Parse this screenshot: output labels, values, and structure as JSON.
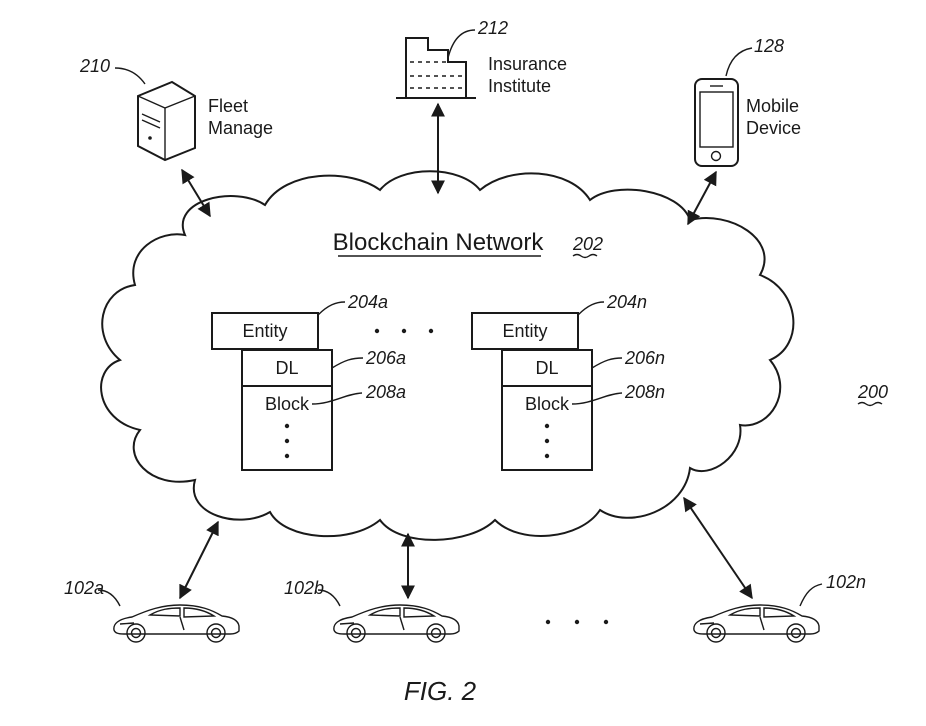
{
  "network": {
    "title": "Blockchain Network",
    "ref": "202"
  },
  "figure_ref": "200",
  "figure_label": "FIG. 2",
  "fleet": {
    "label_line1": "Fleet",
    "label_line2": "Manage",
    "ref": "210"
  },
  "insurance": {
    "label_line1": "Insurance",
    "label_line2": "Institute",
    "ref": "212"
  },
  "mobile": {
    "label_line1": "Mobile",
    "label_line2": "Device",
    "ref": "128"
  },
  "nodes": [
    {
      "entity_label": "Entity",
      "entity_ref": "204a",
      "dl_label": "DL",
      "dl_ref": "206a",
      "block_label": "Block",
      "block_ref": "208a"
    },
    {
      "entity_label": "Entity",
      "entity_ref": "204n",
      "dl_label": "DL",
      "dl_ref": "206n",
      "block_label": "Block",
      "block_ref": "208n"
    }
  ],
  "vehicles": [
    {
      "ref": "102a"
    },
    {
      "ref": "102b"
    },
    {
      "ref": "102n"
    }
  ],
  "icons": {
    "fleet": "server-icon",
    "insurance": "building-icon",
    "mobile": "smartphone-icon",
    "vehicle": "car-icon"
  }
}
